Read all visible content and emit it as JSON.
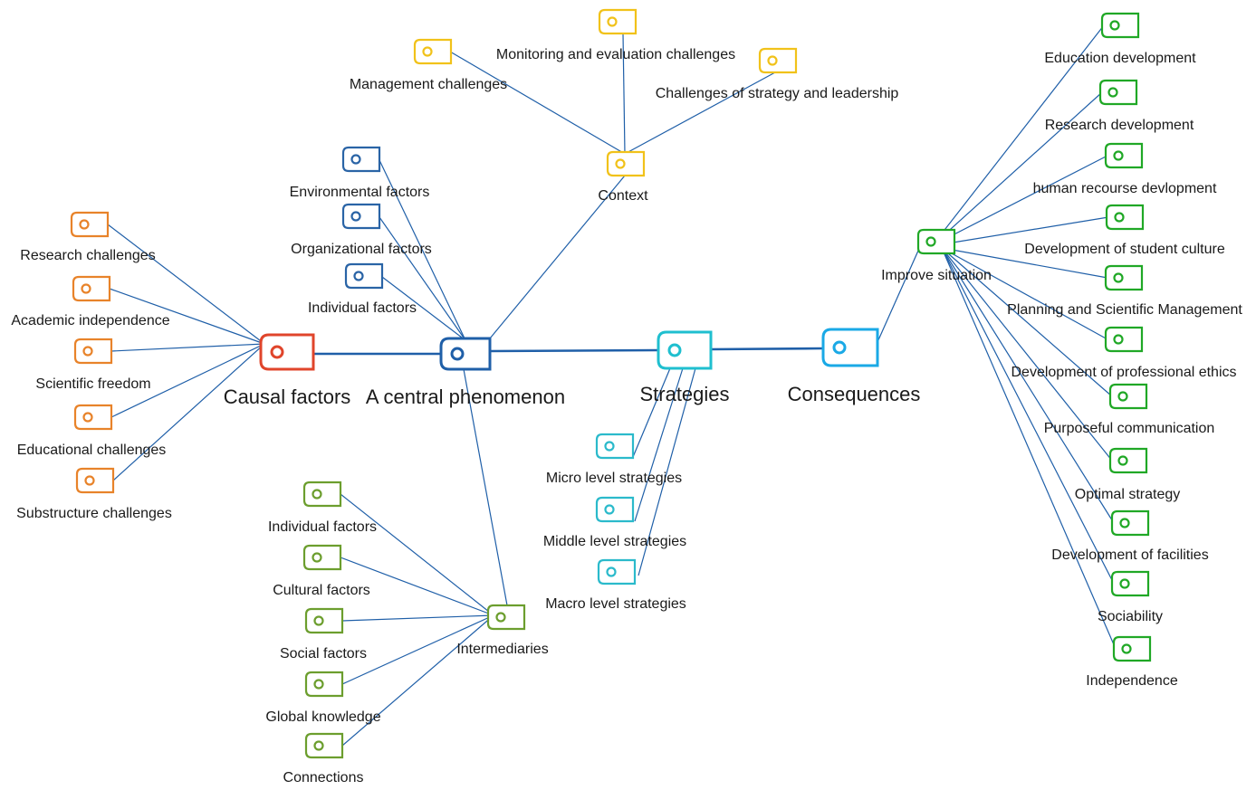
{
  "colors": {
    "causal": "#e0452b",
    "central": "#1f5fa8",
    "strategy": "#1fbfcf",
    "consequence": "#1aa9e6",
    "orange": "#e8832a",
    "yellow": "#f1c21a",
    "blue": "#2a64a6",
    "olive": "#6c9e2e",
    "teal": "#2bbacb",
    "green": "#20a826",
    "edge": "#1f5fa8"
  },
  "nodes": {
    "causal": "Causal factors",
    "central": "A central phenomenon",
    "strategies": "Strategies",
    "consequences": "Consequences",
    "context": "Context",
    "intermediaries": "Intermediaries",
    "improve": "Improve situation"
  },
  "causal_children": [
    "Research challenges",
    "Academic independence",
    "Scientific freedom",
    "Educational challenges",
    "Substructure challenges"
  ],
  "central_children": [
    "Environmental factors",
    "Organizational factors",
    "Individual factors"
  ],
  "context_children": [
    "Management challenges",
    "Monitoring and evaluation challenges",
    "Challenges of strategy and leadership"
  ],
  "intermediary_children": [
    "Individual factors",
    "Cultural factors",
    "Social factors",
    "Global knowledge",
    "Connections"
  ],
  "strategy_children": [
    "Micro level strategies",
    "Middle level strategies",
    "Macro level strategies"
  ],
  "improve_children": [
    "Education development",
    "Research development",
    "human recourse devlopment",
    "Development of student culture",
    "Planning and Scientific Management",
    "Development of professional ethics",
    "Purposeful communication",
    "Optimal strategy",
    "Development of facilities",
    "Sociability",
    "Independence"
  ]
}
